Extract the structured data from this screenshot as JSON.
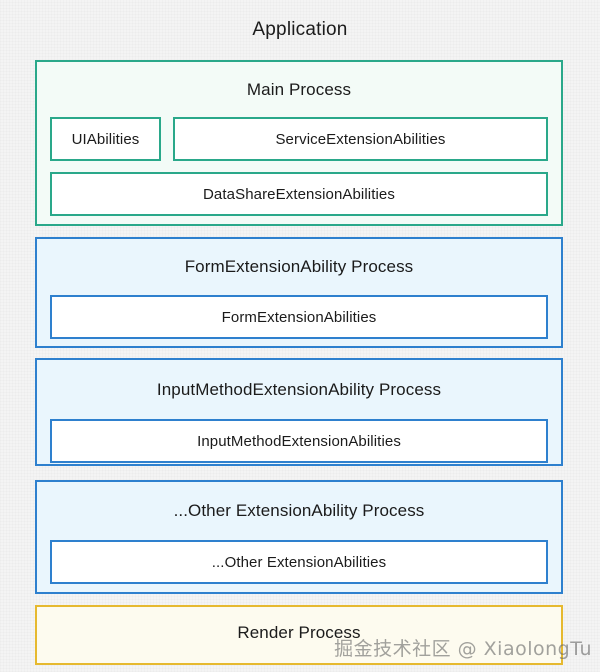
{
  "diagram": {
    "title": "Application",
    "colors": {
      "teal_border": "#2aa88a",
      "teal_fill": "#f3fbf7",
      "blue_border": "#2e80ce",
      "blue_fill": "#eaf6fd",
      "amber_border": "#e6b92f",
      "amber_fill": "#fdfbef",
      "box_fill": "#ffffff",
      "page_background": "#f4f4f4",
      "text": "#1b1b1b"
    },
    "processes": [
      {
        "id": "main-process",
        "title": "Main Process",
        "accent": "teal",
        "abilities": [
          [
            "UIAbilities",
            "ServiceExtensionAbilities"
          ],
          [
            "DataShareExtensionAbilities"
          ]
        ]
      },
      {
        "id": "form-process",
        "title": "FormExtensionAbility Process",
        "accent": "blue",
        "abilities": [
          [
            "FormExtensionAbilities"
          ]
        ]
      },
      {
        "id": "ime-process",
        "title": "InputMethodExtensionAbility Process",
        "accent": "blue",
        "abilities": [
          [
            "InputMethodExtensionAbilities"
          ]
        ]
      },
      {
        "id": "other-process",
        "title": "...Other ExtensionAbility Process",
        "accent": "blue",
        "abilities": [
          [
            "...Other ExtensionAbilities"
          ]
        ]
      },
      {
        "id": "render-process",
        "title": "Render Process",
        "accent": "amber",
        "abilities": []
      }
    ]
  },
  "watermark": {
    "text": "掘金技术社区 @ XiaolongTu"
  }
}
